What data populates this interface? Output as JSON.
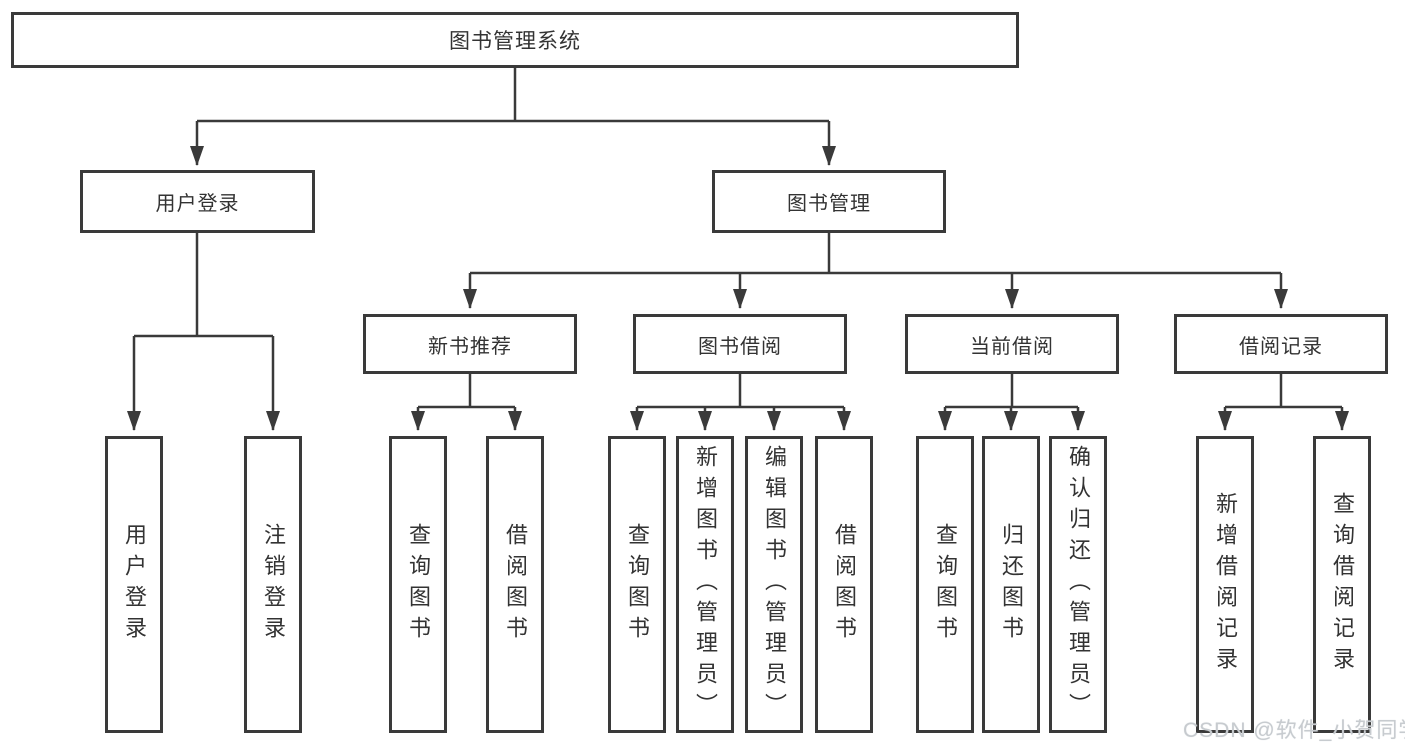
{
  "diagram": {
    "tree": {
      "root": {
        "label": "图书管理系统"
      },
      "branches": [
        {
          "label": "用户登录",
          "children": [
            {
              "label": "用户登录"
            },
            {
              "label": "注销登录"
            }
          ]
        },
        {
          "label": "图书管理",
          "children": [
            {
              "label": "新书推荐",
              "children": [
                {
                  "label": "查询图书"
                },
                {
                  "label": "借阅图书"
                }
              ]
            },
            {
              "label": "图书借阅",
              "children": [
                {
                  "label": "查询图书"
                },
                {
                  "label": "新增图书（管理员）"
                },
                {
                  "label": "编辑图书（管理员）"
                },
                {
                  "label": "借阅图书"
                }
              ]
            },
            {
              "label": "当前借阅",
              "children": [
                {
                  "label": "查询图书"
                },
                {
                  "label": "归还图书"
                },
                {
                  "label": "确认归还（管理员）"
                }
              ]
            },
            {
              "label": "借阅记录",
              "children": [
                {
                  "label": "新增借阅记录"
                },
                {
                  "label": "查询借阅记录"
                }
              ]
            }
          ]
        }
      ]
    },
    "colors": {
      "line": "#3a3a3a",
      "text": "#333333",
      "background": "#ffffff",
      "watermark": "#c7cbcf"
    }
  },
  "watermark": {
    "text": "CSDN @软件_小贺同学"
  }
}
